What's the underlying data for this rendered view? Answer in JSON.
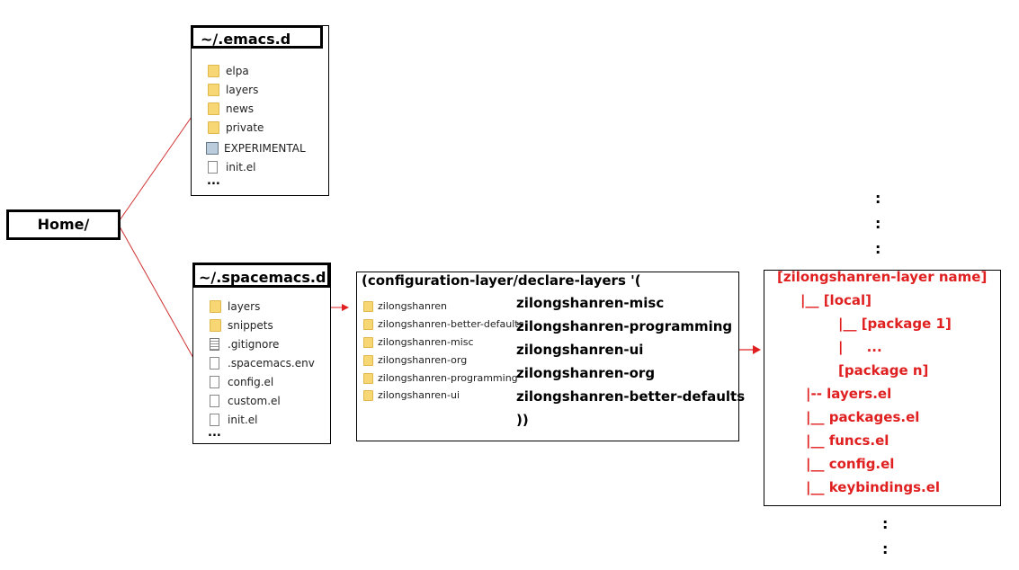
{
  "home": {
    "label": "Home/"
  },
  "emacs_d": {
    "title": "~/.emacs.d",
    "items": [
      {
        "label": "elpa",
        "icon": "folder-icon"
      },
      {
        "label": "layers",
        "icon": "folder-icon"
      },
      {
        "label": "news",
        "icon": "folder-icon"
      },
      {
        "label": "private",
        "icon": "folder-icon"
      },
      {
        "label": "EXPERIMENTAL",
        "icon": "experimental-file-icon"
      },
      {
        "label": "init.el",
        "icon": "file-icon"
      }
    ],
    "more": "..."
  },
  "spacemacs_d": {
    "title": "~/.spacemacs.d",
    "items": [
      {
        "label": "layers",
        "icon": "folder-icon"
      },
      {
        "label": "snippets",
        "icon": "folder-icon"
      },
      {
        "label": ".gitignore",
        "icon": "text-file-icon"
      },
      {
        "label": ".spacemacs.env",
        "icon": "file-icon"
      },
      {
        "label": "config.el",
        "icon": "file-icon"
      },
      {
        "label": "custom.el",
        "icon": "file-icon"
      },
      {
        "label": "init.el",
        "icon": "file-icon"
      }
    ],
    "more": "..."
  },
  "declare_layers": {
    "header": "(configuration-layer/declare-layers '(",
    "folders": [
      "zilongshanren",
      "zilongshanren-better-defaults",
      "zilongshanren-misc",
      "zilongshanren-org",
      "zilongshanren-programming",
      "zilongshanren-ui"
    ],
    "layers": [
      "zilongshanren-misc",
      "zilongshanren-programming",
      "zilongshanren-ui",
      "zilongshanren-org",
      "zilongshanren-better-defaults"
    ],
    "closing": "))"
  },
  "layer_structure": {
    "lines": [
      "[zilongshanren-layer name]",
      "|__ [local]",
      "|__ [package 1]",
      "|     ...",
      "[package n]",
      "|-- layers.el",
      "|__ packages.el",
      "|__ funcs.el",
      "|__ config.el",
      "|__ keybindings.el"
    ],
    "color": "#e02020"
  },
  "ellipsis_colon": ":",
  "colors": {
    "line": "#e02020",
    "folder": "#f7d774"
  }
}
